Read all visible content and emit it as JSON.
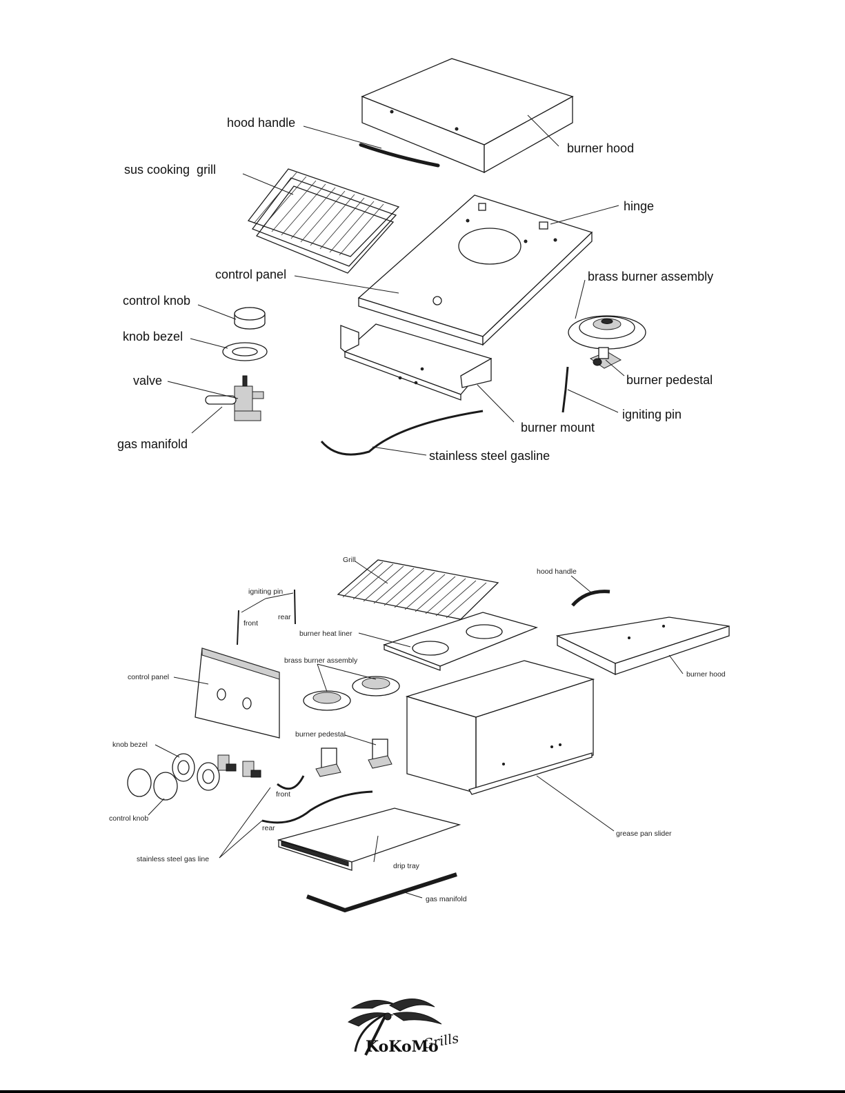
{
  "top_diagram": {
    "labels": {
      "hood_handle": "hood handle",
      "burner_hood": "burner hood",
      "sus_cooking_grill": "sus cooking  grill",
      "hinge": "hinge",
      "control_panel": "control panel",
      "brass_burner_assembly": "brass burner assembly",
      "control_knob": "control knob",
      "knob_bezel": "knob bezel",
      "valve": "valve",
      "burner_pedestal": "burner pedestal",
      "igniting_pin": "igniting pin",
      "burner_mount": "burner mount",
      "gas_manifold": "gas manifold",
      "stainless_steel_gasline": "stainless steel gasline"
    }
  },
  "bottom_diagram": {
    "labels": {
      "grill": "Grill",
      "hood_handle": "hood handle",
      "igniting_pin": "igniting pin",
      "front": "front",
      "rear": "rear",
      "burner_heat_liner": "burner heat liner",
      "brass_burner_assembly": "brass burner assembly",
      "control_panel": "control panel",
      "burner_hood": "burner hood",
      "burner_pedestal": "burner pedestal",
      "knob_bezel": "knob bezel",
      "control_knob": "control knob",
      "gas_front": "front",
      "gas_rear": "rear",
      "stainless_steel_gas_line": "stainless steel gas line",
      "drip_tray": "drip tray",
      "grease_pan_slider": "grease pan slider",
      "gas_manifold": "gas manifold"
    }
  },
  "logo": {
    "brand": "KoKoMo",
    "brand_suffix": "Grills"
  }
}
